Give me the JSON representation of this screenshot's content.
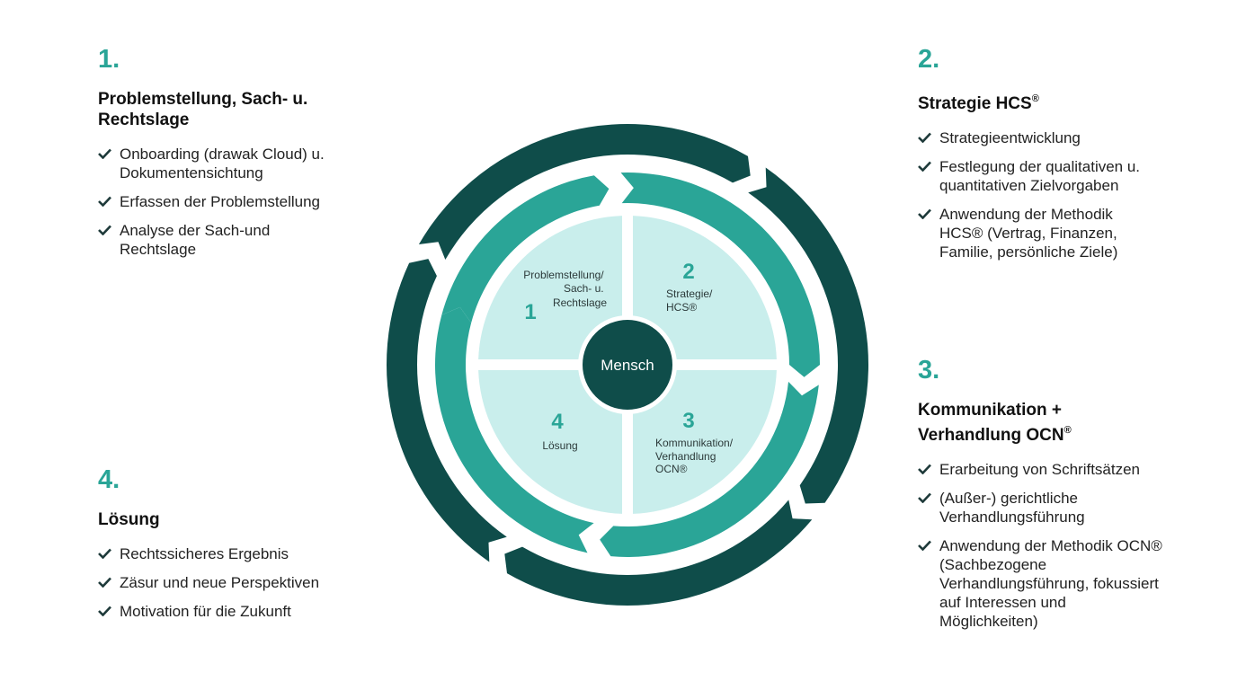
{
  "steps": [
    {
      "number": "1.",
      "heading": "Problemstellung, Sach- u. Rechtslage",
      "items": [
        "Onboarding (drawak Cloud) u. Dokumentensichtung",
        "Erfassen der Problemstellung",
        "Analyse der Sach-und Rechtslage"
      ]
    },
    {
      "number": "2.",
      "heading": "Strategie HCS",
      "heading_sup": "®",
      "items": [
        "Strategieentwicklung",
        "Festlegung der qualitativen u. quantitativen Zielvorgaben",
        "Anwendung der Methodik HCS® (Vertrag, Finanzen, Familie, persönliche Ziele)"
      ]
    },
    {
      "number": "3.",
      "heading": "Kommunikation + Verhandlung OCN",
      "heading_sup": "®",
      "items": [
        "Erarbeitung von Schriftsätzen",
        "(Außer-) gerichtliche Verhandlungsführung",
        "Anwendung der Methodik OCN® (Sachbezogene Verhandlungsführung, fokussiert auf Interessen und Möglichkeiten)"
      ]
    },
    {
      "number": "4.",
      "heading": "Lösung",
      "items": [
        "Rechtssicheres Ergebnis",
        "Zäsur und neue Perspektiven",
        "Motivation für die Zukunft"
      ]
    }
  ],
  "wheel": {
    "center": "Mensch",
    "q1": {
      "num": "1",
      "lines": [
        "Problemstellung/",
        "Sach- u.",
        "Rechtslage"
      ]
    },
    "q2": {
      "num": "2",
      "lines": [
        "Strategie/",
        "HCS®"
      ]
    },
    "q3": {
      "num": "3",
      "lines": [
        "Kommunikation/",
        "Verhandlung",
        "OCN®"
      ]
    },
    "q4": {
      "num": "4",
      "lines": [
        "Lösung"
      ]
    }
  },
  "colors": {
    "accent": "#2aa597",
    "dark": "#0f4d4a",
    "light": "#c9eeec",
    "check": "#1e3a3a"
  }
}
